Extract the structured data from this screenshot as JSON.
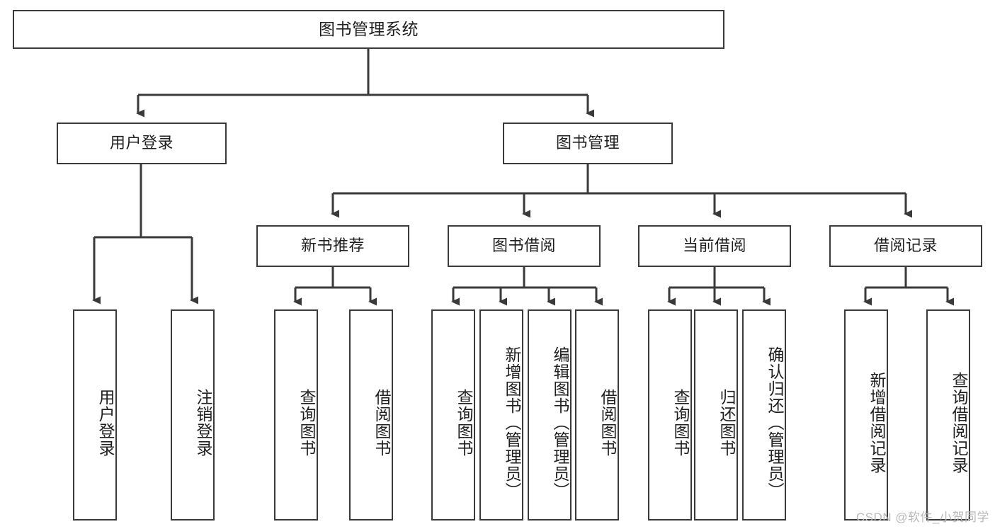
{
  "diagram": {
    "type": "tree-hierarchy",
    "title": "图书管理系统",
    "root": {
      "label": "图书管理系统"
    },
    "level2": [
      {
        "label": "用户登录"
      },
      {
        "label": "图书管理"
      }
    ],
    "level3": [
      {
        "label": "新书推荐"
      },
      {
        "label": "图书借阅"
      },
      {
        "label": "当前借阅"
      },
      {
        "label": "借阅记录"
      }
    ],
    "leaves": {
      "user_login": [
        {
          "label": "用户登录"
        },
        {
          "label": "注销登录"
        }
      ],
      "new_book_recommend": [
        {
          "label": "查询图书"
        },
        {
          "label": "借阅图书"
        }
      ],
      "book_borrow": [
        {
          "label": "查询图书"
        },
        {
          "label": "新增图书（管理员）"
        },
        {
          "label": "编辑图书（管理员）"
        },
        {
          "label": "借阅图书"
        }
      ],
      "current_borrow": [
        {
          "label": "查询图书"
        },
        {
          "label": "归还图书"
        },
        {
          "label": "确认归还（管理员）"
        }
      ],
      "borrow_record": [
        {
          "label": "新增借阅记录"
        },
        {
          "label": "查询借阅记录"
        }
      ]
    }
  },
  "watermark": {
    "text": "CSDN @软件_小贺同学"
  },
  "colors": {
    "stroke": "#3a3a3a",
    "text": "#1f1f1f",
    "background": "#ffffff",
    "watermark": "#b9b9b9"
  }
}
